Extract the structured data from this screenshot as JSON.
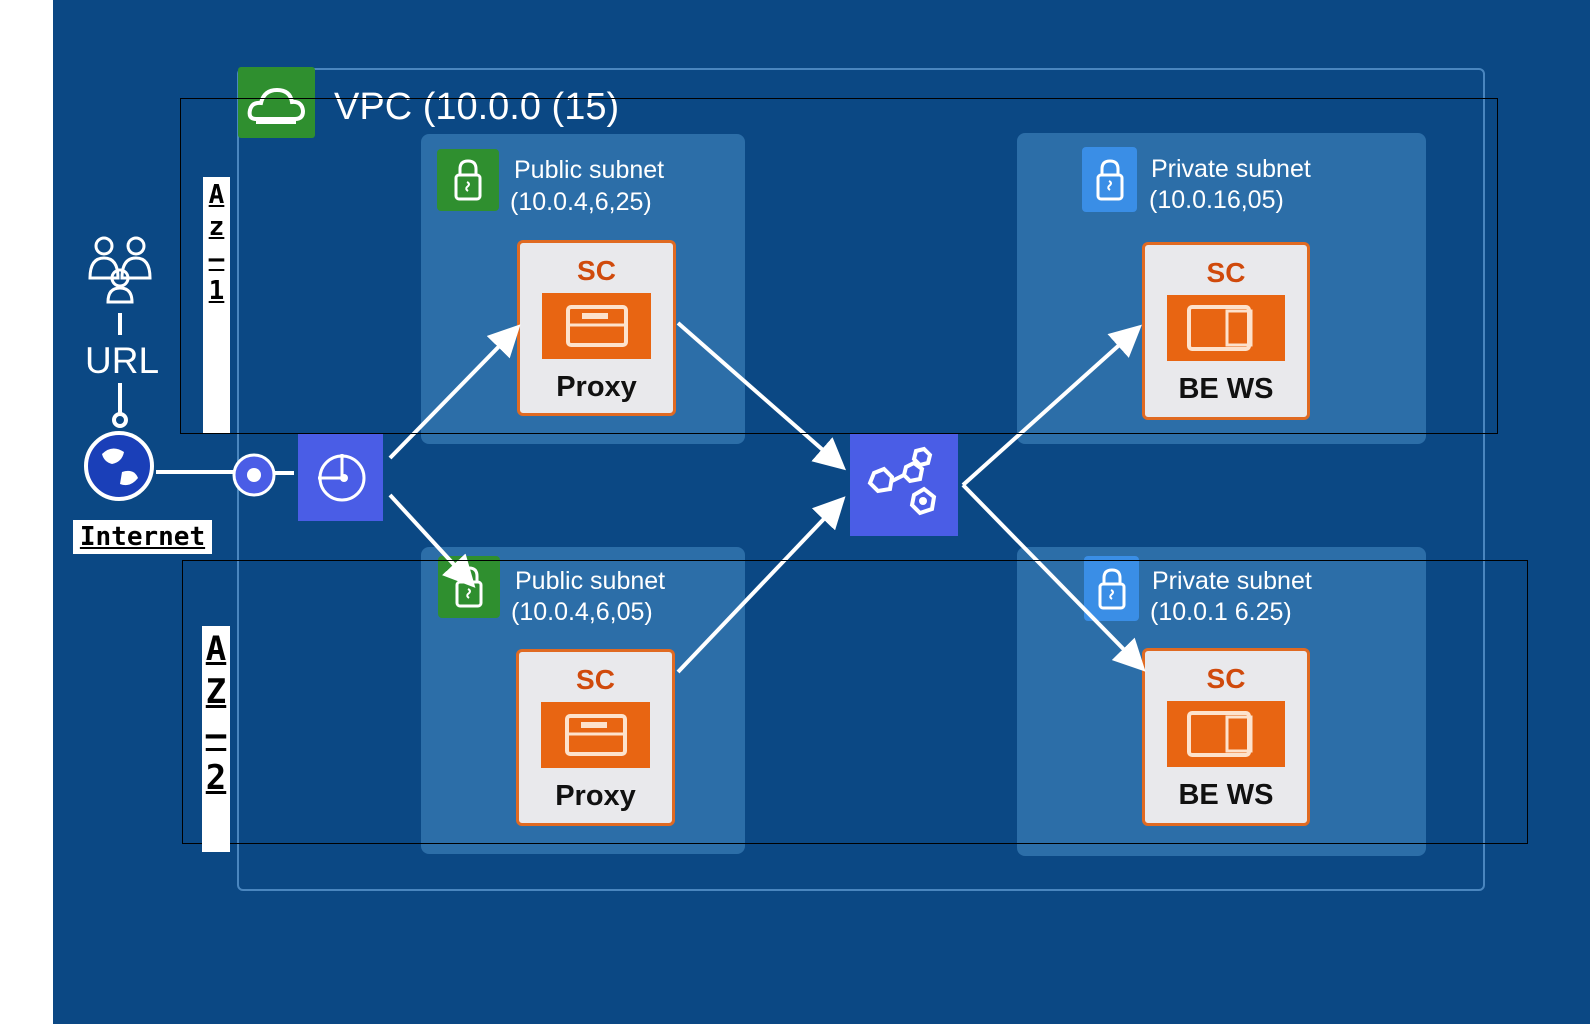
{
  "vpc": {
    "title": "VPC (10.0.0 (15)"
  },
  "subnets": [
    {
      "title": "Public subnet",
      "cidr": "(10.0.4,6,25)",
      "service": "SC",
      "name": "Proxy"
    },
    {
      "title": "Private subnet",
      "cidr": "(10.0.16,05)",
      "service": "SC",
      "name": "BE WS"
    },
    {
      "title": "Public subnet",
      "cidr": "(10.0.4,6,05)",
      "service": "SC",
      "name": "Proxy"
    },
    {
      "title": "Private subnet",
      "cidr": "(10.0.1 6.25)",
      "service": "SC",
      "name": "BE WS"
    }
  ],
  "az1": [
    "A",
    "z",
    "–",
    "1"
  ],
  "az2": [
    "A",
    "Z",
    "–",
    "2"
  ],
  "url_label": "URL",
  "internet_label": "Internet",
  "icons": {
    "users": "users-icon",
    "globe": "globe-icon",
    "load_balancer": "load-balancer-icon",
    "service_mesh": "service-mesh-icon",
    "vpc": "cloud-icon",
    "subnet": "lock-icon",
    "server": "server-icon"
  },
  "colors": {
    "background": "#0b4884",
    "subnet_fill": "#2c6ea8",
    "public_badge": "#2f8f2f",
    "private_badge": "#3a8ee6",
    "card_accent": "#e86512",
    "node_fill": "#4a5de6"
  }
}
